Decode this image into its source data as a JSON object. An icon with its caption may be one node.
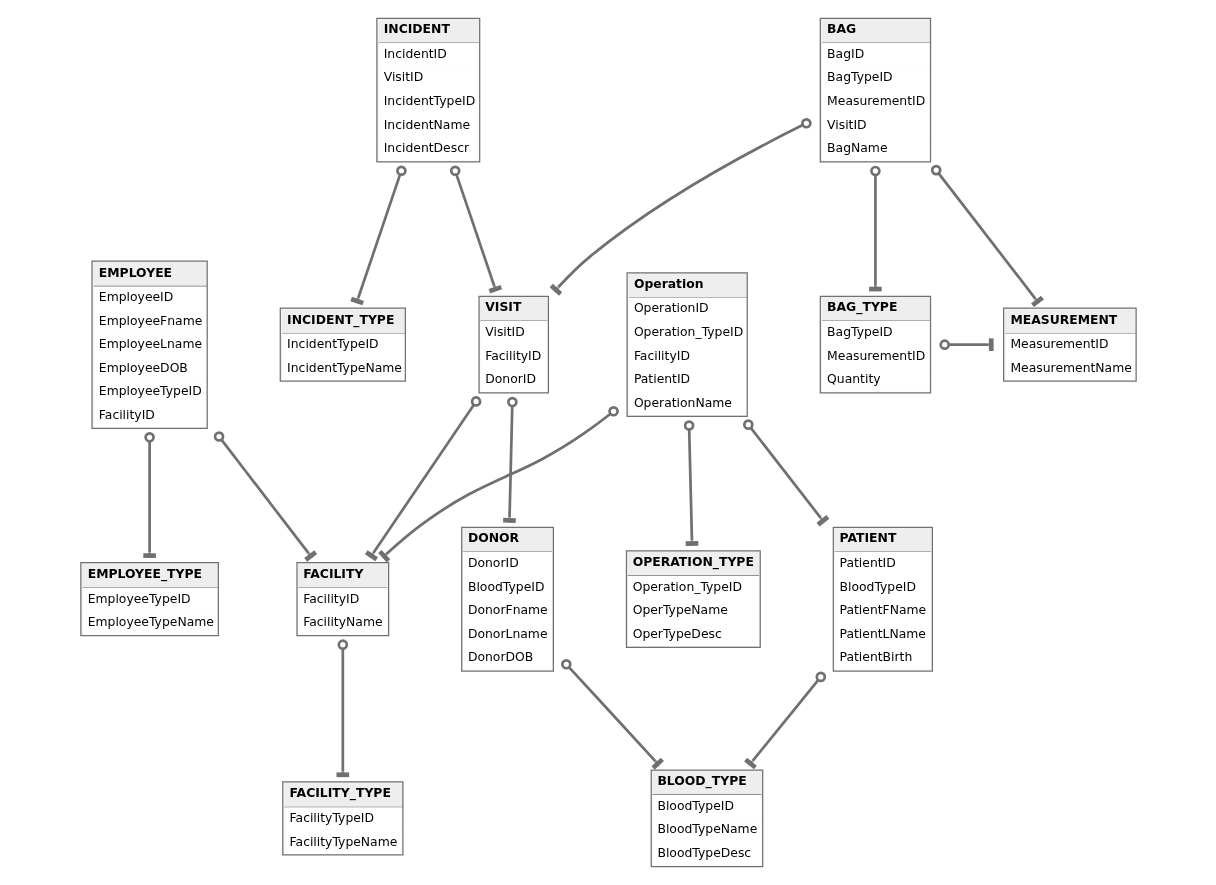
{
  "diagram": {
    "nodes": [
      {
        "text": [
          "EMPLOYEE_TYPE",
          "EmployeeTypeID",
          "EmployeeTypeName"
        ]
      },
      {
        "text": [
          "EMPLOYEE",
          "EmployeeID",
          "EmployeeFname",
          "EmployeeLname",
          "EmployeeDOB",
          "EmployeeTypeID",
          "FacilityID"
        ]
      },
      {
        "text": [
          "OPERATION_TYPE",
          "Operation_TypeID",
          "OperTypeName",
          "OperTypeDesc"
        ]
      },
      {
        "text": [
          "FACILITY_TYPE",
          "FacilityTypeID",
          "FacilityTypeName"
        ]
      },
      {
        "text": [
          "Operation",
          "OperationID",
          "Operation_TypeID",
          "FacilityID",
          "PatientID",
          "OperationName"
        ]
      },
      {
        "text": [
          "DONOR",
          "DonorID",
          "BloodTypeID",
          "DonorFname",
          "DonorLname",
          "DonorDOB"
        ]
      },
      {
        "text": [
          "VISIT",
          "VisitID",
          "FacilityID",
          "DonorID"
        ]
      },
      {
        "text": [
          "FACILITY",
          "FacilityID",
          "FacilityName"
        ]
      },
      {
        "text": [
          "INCIDENT",
          "IncidentID",
          "VisitID",
          "IncidentTypeID",
          "IncidentName",
          "IncidentDescr"
        ]
      },
      {
        "text": [
          "INCIDENT_TYPE",
          "IncidentTypeID",
          "IncidentTypeName"
        ]
      },
      {
        "text": [
          "BAG",
          "BagID",
          "BagTypeID",
          "MeasurementID",
          "VisitID",
          "BagName"
        ]
      },
      {
        "text": [
          "MEASUREMENT",
          "MeasurementID",
          "MeasurementName"
        ]
      },
      {
        "text": [
          "BAG_TYPE",
          "BagTypeID",
          "MeasurementID",
          "Quantity"
        ]
      },
      {
        "text": [
          "BLOOD_TYPE",
          "BloodTypeID",
          "BloodTypeName",
          "BloodTypeDesc"
        ]
      },
      {
        "text": [
          "PATIENT",
          "PatientID",
          "BloodTypeID",
          "PatientFName",
          "PatientLName",
          "PatientBirth"
        ]
      }
    ],
    "edges": [
      {
        "from": 1,
        "to": 0,
        "arrow": "other"
      },
      {
        "from": 1,
        "to": 7,
        "arrow": "other"
      },
      {
        "from": 7,
        "to": 3,
        "arrow": "other"
      },
      {
        "from": 4,
        "to": 7,
        "arrow": "other"
      },
      {
        "from": 4,
        "to": 2,
        "arrow": "other"
      },
      {
        "from": 6,
        "to": 7,
        "arrow": "other"
      },
      {
        "from": 6,
        "to": 5,
        "arrow": "other"
      },
      {
        "from": 8,
        "to": 6,
        "arrow": "other"
      },
      {
        "from": 8,
        "to": 9,
        "arrow": "other"
      },
      {
        "from": 10,
        "to": 6,
        "arrow": "other"
      },
      {
        "from": 10,
        "to": 11,
        "arrow": "other"
      },
      {
        "from": 10,
        "to": 12,
        "arrow": "other"
      },
      {
        "from": 12,
        "to": 11,
        "arrow": "other"
      },
      {
        "from": 5,
        "to": 13,
        "arrow": "other"
      },
      {
        "from": 14,
        "to": 13,
        "arrow": "other"
      },
      {
        "from": 4,
        "to": 14,
        "arrow": "other"
      }
    ]
  }
}
